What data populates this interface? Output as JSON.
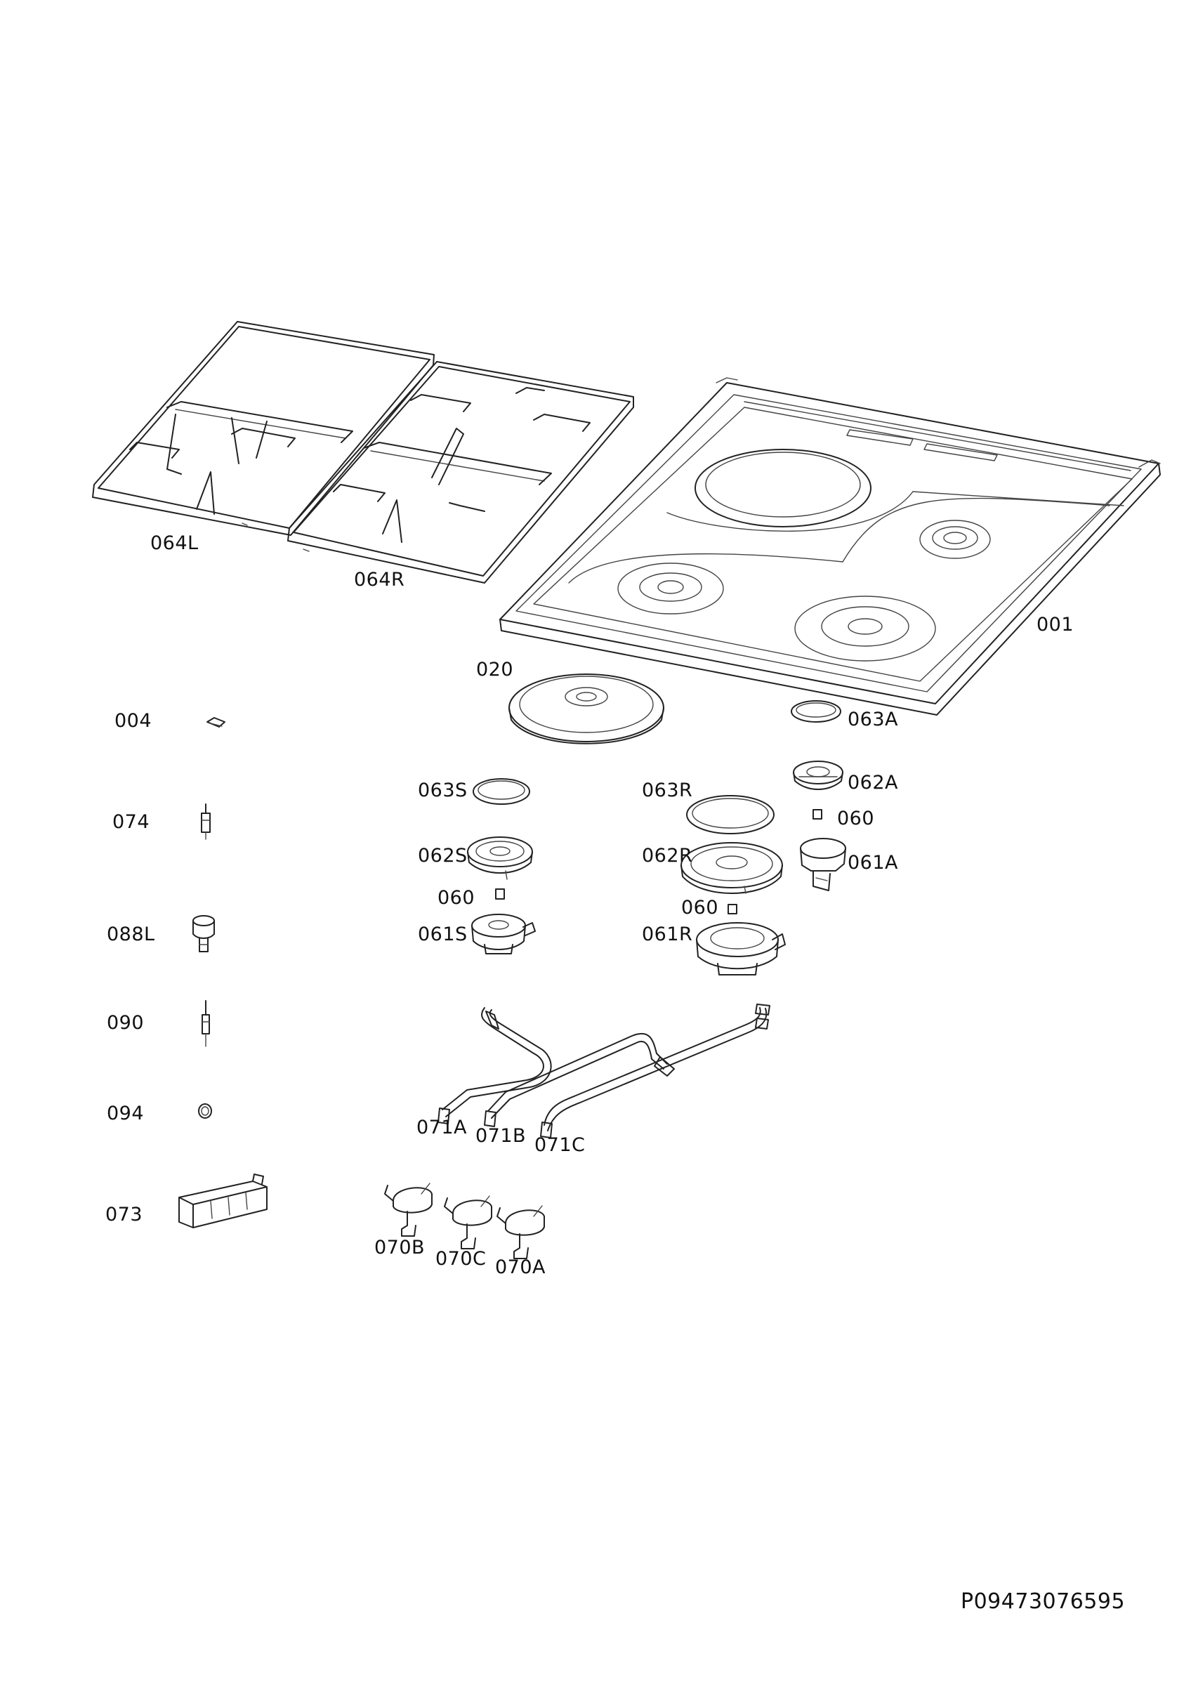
{
  "diagram": {
    "document_code": "P09473076595",
    "parts": {
      "p064L": "064L",
      "p064R": "064R",
      "p001": "001",
      "p020": "020",
      "p004": "004",
      "p063A": "063A",
      "p074": "074",
      "p063S": "063S",
      "p063R": "063R",
      "p062A": "062A",
      "p060a": "060",
      "p062S": "062S",
      "p062R": "062R",
      "p061A": "061A",
      "p060b": "060",
      "p060c": "060",
      "p088L": "088L",
      "p061S": "061S",
      "p061R": "061R",
      "p090": "090",
      "p094": "094",
      "p071A": "071A",
      "p071B": "071B",
      "p071C": "071C",
      "p073": "073",
      "p070B": "070B",
      "p070C": "070C",
      "p070A": "070A"
    }
  }
}
